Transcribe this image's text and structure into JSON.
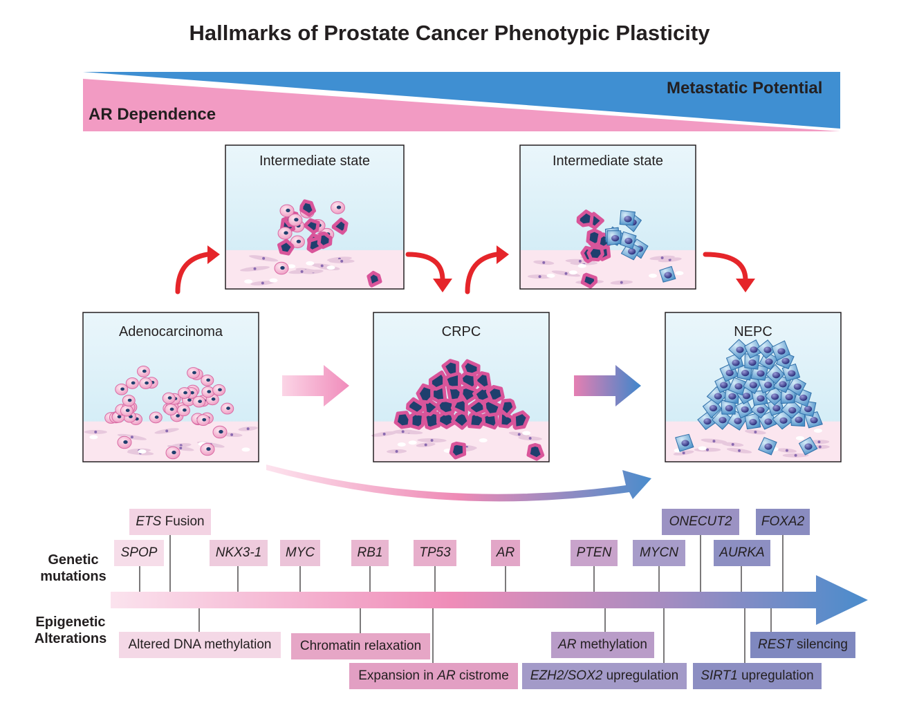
{
  "title": "Hallmarks of Prostate Cancer Phenotypic Plasticity",
  "gradients": {
    "metastatic_label": "Metastatic Potential",
    "ar_label": "AR Dependence",
    "metastatic_color": "#3f8fd2",
    "ar_color": "#f29bc3"
  },
  "stages": {
    "adenocarcinoma": "Adenocarcinoma",
    "crpc": "CRPC",
    "nepc": "NEPC",
    "intermediate_1": "Intermediate state",
    "intermediate_2": "Intermediate state"
  },
  "rows": {
    "genetic": [
      "Genetic",
      "mutations"
    ],
    "epigenetic": [
      "Epigenetic",
      "Alterations"
    ]
  },
  "genetic_tags": [
    {
      "id": "spop",
      "italic": "SPOP",
      "rest": ""
    },
    {
      "id": "ets",
      "italic": "ETS",
      "rest": " Fusion"
    },
    {
      "id": "nkx",
      "italic": "NKX3-1",
      "rest": ""
    },
    {
      "id": "myc",
      "italic": "MYC",
      "rest": ""
    },
    {
      "id": "rb1",
      "italic": "RB1",
      "rest": ""
    },
    {
      "id": "tp53",
      "italic": "TP53",
      "rest": ""
    },
    {
      "id": "ar",
      "italic": "AR",
      "rest": ""
    },
    {
      "id": "pten",
      "italic": "PTEN",
      "rest": ""
    },
    {
      "id": "mycn",
      "italic": "MYCN",
      "rest": ""
    },
    {
      "id": "onecut2",
      "italic": "ONECUT2",
      "rest": ""
    },
    {
      "id": "aurka",
      "italic": "AURKA",
      "rest": ""
    },
    {
      "id": "foxa2",
      "italic": "FOXA2",
      "rest": ""
    }
  ],
  "epigenetic_tags": [
    {
      "id": "dnameth",
      "italic": "",
      "rest": "Altered DNA methylation"
    },
    {
      "id": "chromatin",
      "italic": "",
      "rest": "Chromatin relaxation"
    },
    {
      "id": "cistrome",
      "italic": "AR",
      "pre": "Expansion in ",
      "rest": " cistrome"
    },
    {
      "id": "armeth",
      "italic": "AR",
      "rest": " methylation"
    },
    {
      "id": "ezh2",
      "italic": "EZH2/SOX2",
      "rest": " upregulation"
    },
    {
      "id": "sirt1",
      "italic": "SIRT1",
      "rest": " upregulation"
    },
    {
      "id": "rest",
      "italic": "REST",
      "rest": " silencing"
    }
  ]
}
